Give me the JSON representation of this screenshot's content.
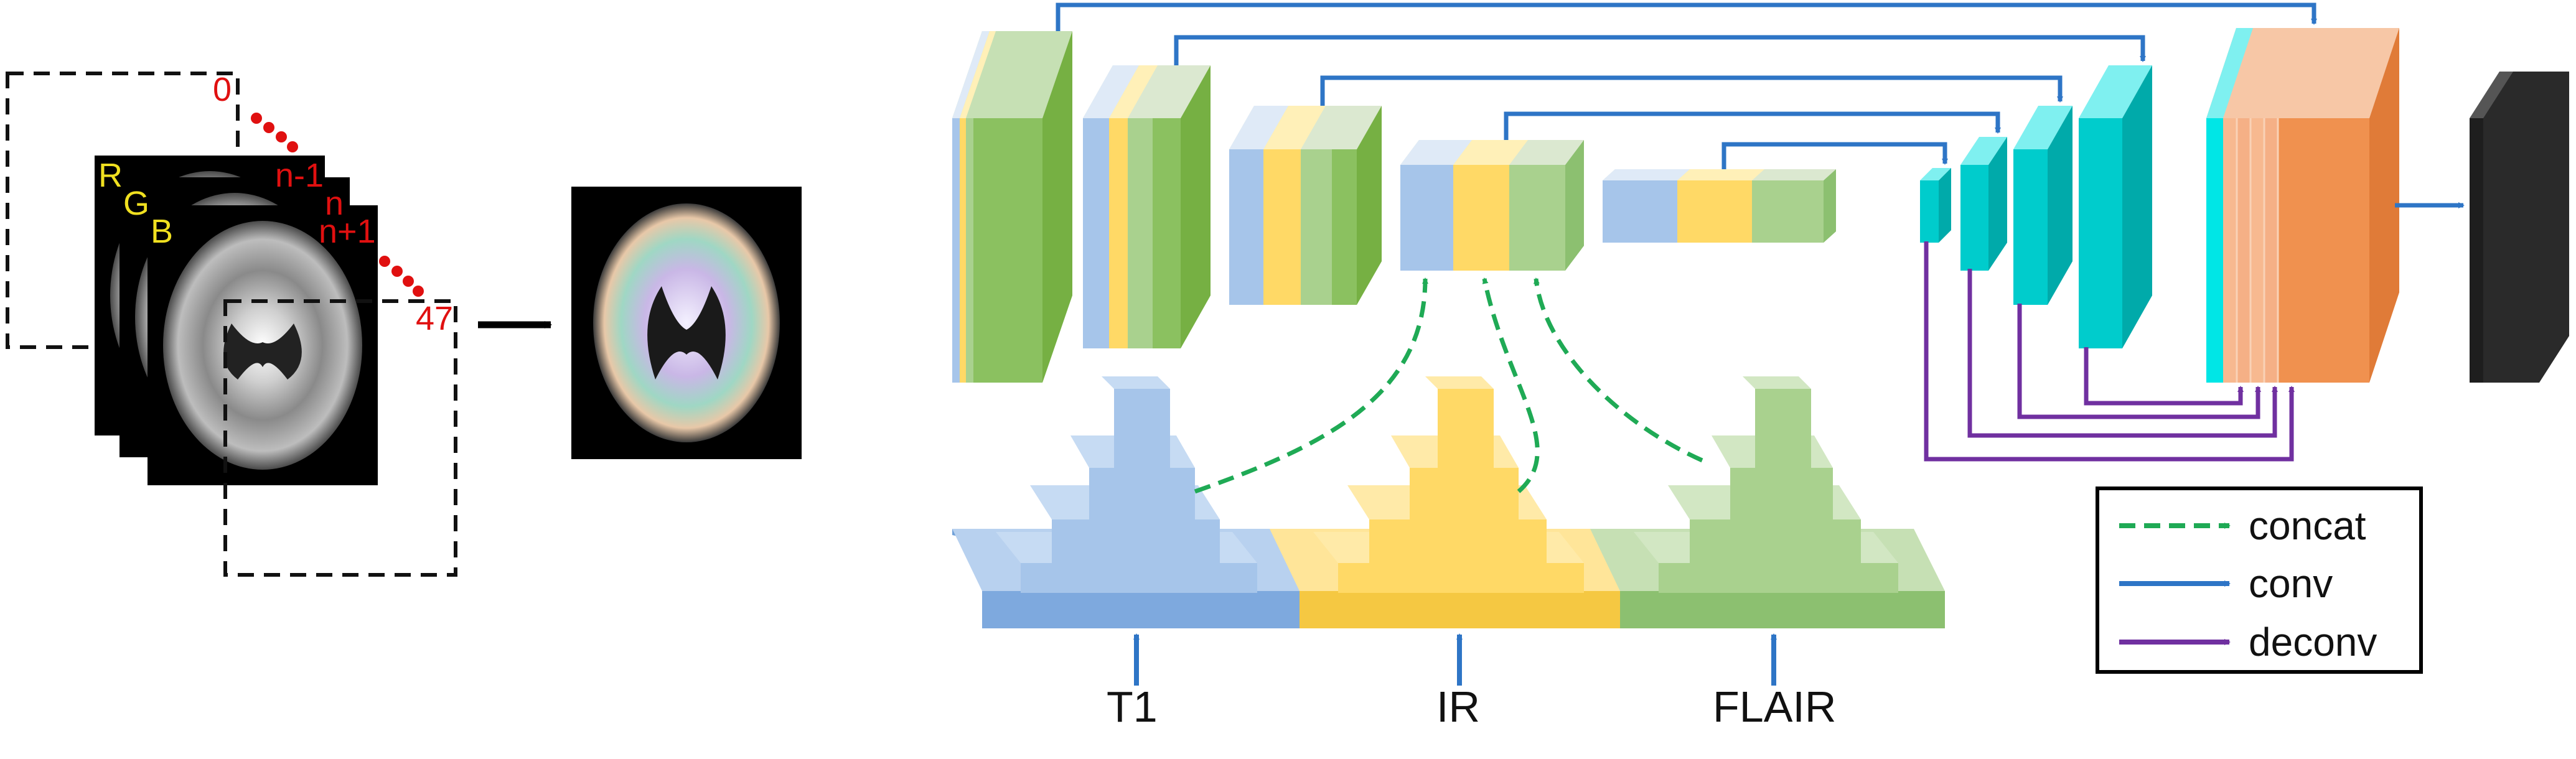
{
  "stack": {
    "channels": [
      "R",
      "G",
      "B"
    ],
    "indices": {
      "first": "0",
      "prev": "n-1",
      "current": "n",
      "next": "n+1",
      "last": "47"
    }
  },
  "inputs": [
    {
      "label": "T1",
      "color": "#8db4e2",
      "dark": "#6fa0d8"
    },
    {
      "label": "IR",
      "color": "#ffd966",
      "dark": "#f5c842"
    },
    {
      "label": "FLAIR",
      "color": "#a9d18e",
      "dark": "#8cc070"
    }
  ],
  "legend": [
    {
      "label": "concat",
      "style": "dashed",
      "color": "#1faa55"
    },
    {
      "label": "conv",
      "style": "solid",
      "color": "#2e75c6"
    },
    {
      "label": "deconv",
      "style": "solid",
      "color": "#7030a0"
    }
  ],
  "colors": {
    "blue": "#a6c5ea",
    "yellow": "#ffd966",
    "green": "#a9d18e",
    "deep_green": "#8bc160",
    "cyan": "#00cccc",
    "orange": "#f0914f",
    "peach": "#f7b990",
    "output": "#2a2a2a"
  }
}
